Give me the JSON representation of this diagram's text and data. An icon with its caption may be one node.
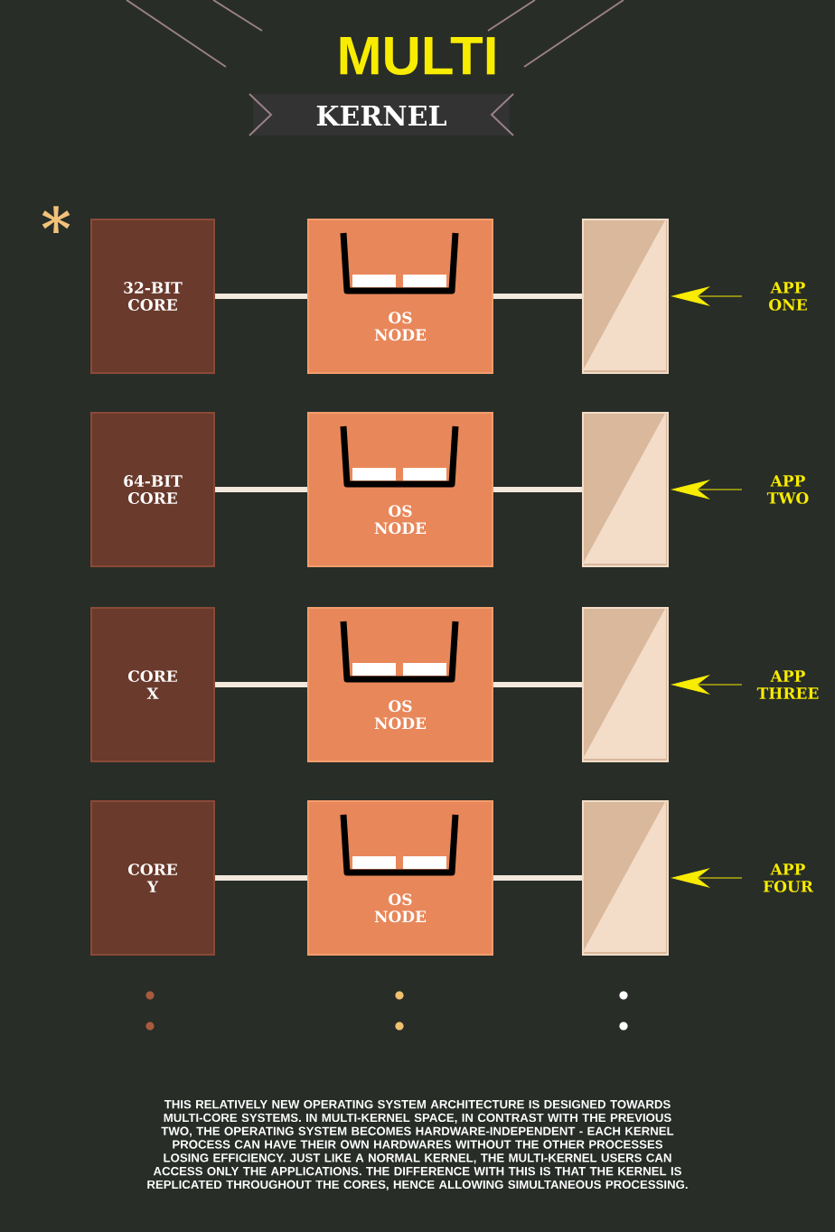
{
  "diagram": {
    "title": "MULTI",
    "nodes": [
      {
        "text": [
          "32-BIT CORE"
        ]
      },
      {
        "text": [
          "OS NODE"
        ]
      },
      {
        "text": [],
        "shape": "box"
      },
      {
        "text": [
          "APP ONE"
        ]
      },
      {
        "text": [
          "64-BIT CORE"
        ]
      },
      {
        "text": [
          "OS NODE"
        ]
      },
      {
        "text": [],
        "shape": "box"
      },
      {
        "text": [
          "APP TWO"
        ]
      },
      {
        "text": [
          "CORE X"
        ]
      },
      {
        "text": [
          "OS NODE"
        ]
      },
      {
        "text": [],
        "shape": "box"
      },
      {
        "text": [
          "APP THREE"
        ]
      },
      {
        "text": [
          "CORE Y"
        ]
      },
      {
        "text": [
          "OS NODE"
        ]
      },
      {
        "text": [],
        "shape": "box"
      },
      {
        "text": [
          "APP FOUR"
        ]
      }
    ],
    "edges": [
      {
        "from": 0,
        "to": 1,
        "arrow": "none"
      },
      {
        "from": 1,
        "to": 2,
        "arrow": "none"
      },
      {
        "from": 3,
        "to": 2,
        "arrow": "to",
        "color": "#f8ec00"
      },
      {
        "from": 4,
        "to": 5,
        "arrow": "none"
      },
      {
        "from": 5,
        "to": 6,
        "arrow": "none"
      },
      {
        "from": 7,
        "to": 6,
        "arrow": "to",
        "color": "#f8ec00"
      },
      {
        "from": 8,
        "to": 9,
        "arrow": "none"
      },
      {
        "from": 9,
        "to": 10,
        "arrow": "none"
      },
      {
        "from": 11,
        "to": 10,
        "arrow": "to",
        "color": "#f8ec00"
      },
      {
        "from": 12,
        "to": 13,
        "arrow": "none"
      },
      {
        "from": 13,
        "to": 14,
        "arrow": "none"
      },
      {
        "from": 15,
        "to": 14,
        "arrow": "to",
        "color": "#f8ec00"
      }
    ],
    "labels": [
      "KERNEL",
      "*"
    ],
    "caption": "THIS RELATIVELY NEW OPERATING SYSTEM ARCHITECTURE IS DESIGNED TOWARDS MULTI-CORE SYSTEMS. IN MULTI-KERNEL SPACE, IN CONTRAST WITH THE PREVIOUS TWO, THE OPERATING SYSTEM BECOMES HARDWARE-INDEPENDENT - EACH KERNEL PROCESS CAN HAVE THEIR OWN HARDWARES WITHOUT THE OTHER PROCESSES LOSING EFFICIENCY. JUST LIKE A NORMAL KERNEL, THE MULTI-KERNEL USERS CAN ACCESS ONLY THE APPLICATIONS. THE DIFFERENCE WITH THIS IS THAT THE KERNEL IS REPLICATED THROUGHOUT THE CORES, HENCE ALLOWING SIMULTANEOUS PROCESSING."
  }
}
